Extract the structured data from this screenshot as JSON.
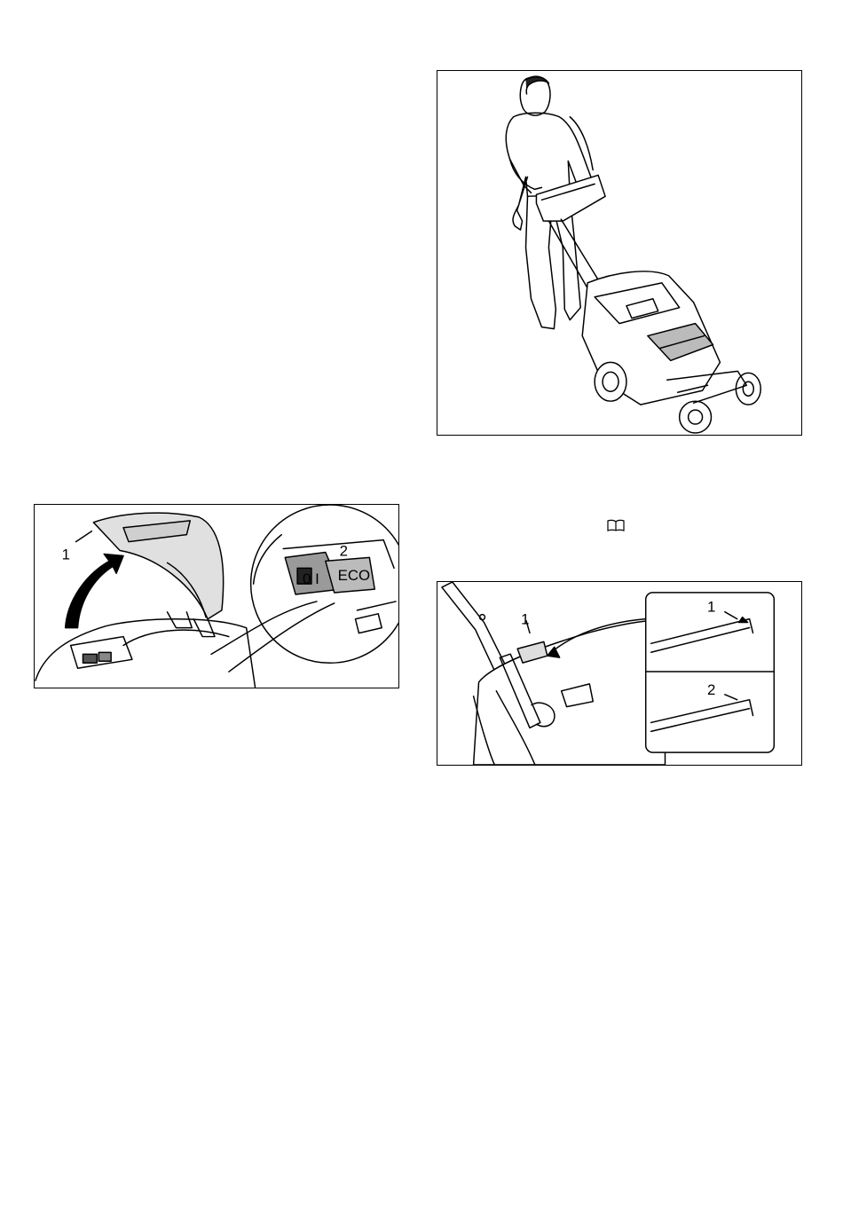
{
  "page": {
    "figures": [
      {
        "id": "person-mowing",
        "callouts": []
      },
      {
        "id": "charger-lid",
        "callouts": [
          "1",
          "2"
        ],
        "switch_label": "ECO",
        "switch_symbol": "0 I"
      },
      {
        "id": "grass-catcher-indicator",
        "callouts": [
          "1",
          "1",
          "2"
        ]
      }
    ],
    "icons": [
      "book-icon"
    ]
  }
}
